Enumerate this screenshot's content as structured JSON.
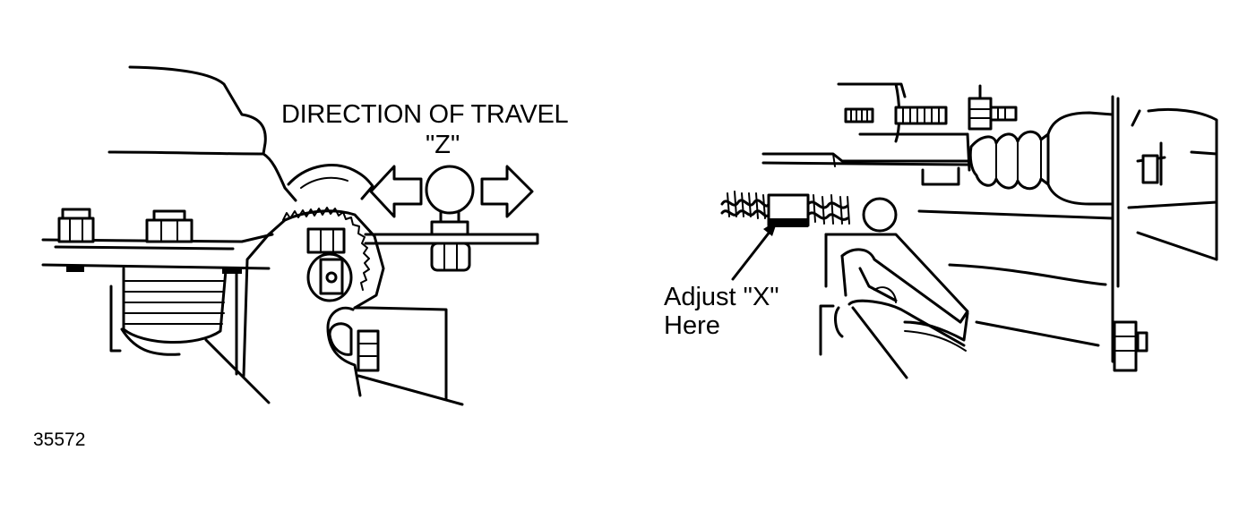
{
  "labels": {
    "direction_title": "DIRECTION OF TRAVEL",
    "direction_letter": "\"Z\"",
    "adjust_line1": "Adjust \"X\"",
    "adjust_line2": "Here",
    "figure_number": "35572"
  },
  "colors": {
    "line": "#000000",
    "background": "#ffffff"
  }
}
